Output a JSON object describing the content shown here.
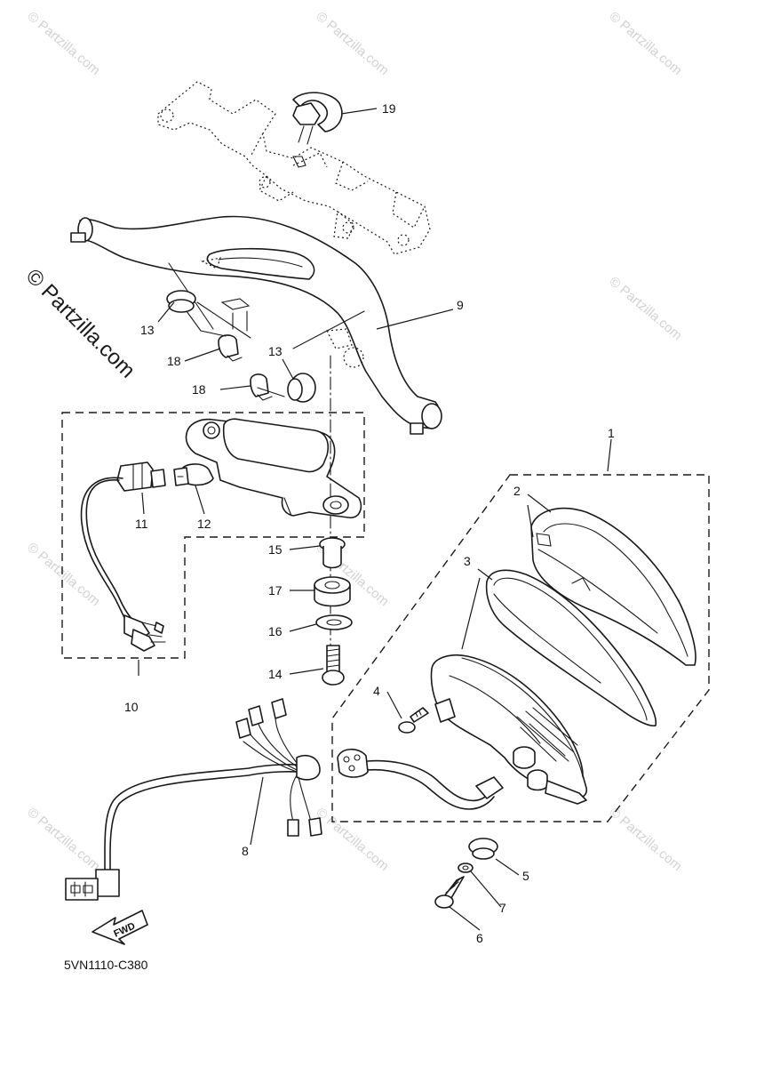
{
  "diagram": {
    "code": "5VN1110-C380",
    "watermark": "© Partzilla.com",
    "fwd_label": "FWD",
    "callouts": {
      "c1": "1",
      "c2": "2",
      "c3": "3",
      "c4": "4",
      "c5": "5",
      "c6": "6",
      "c7": "7",
      "c8": "8",
      "c9": "9",
      "c10": "10",
      "c11": "11",
      "c12": "12",
      "c13a": "13",
      "c13b": "13",
      "c14": "14",
      "c15": "15",
      "c16": "16",
      "c17": "17",
      "c18a": "18",
      "c18b": "18",
      "c19": "19"
    }
  }
}
